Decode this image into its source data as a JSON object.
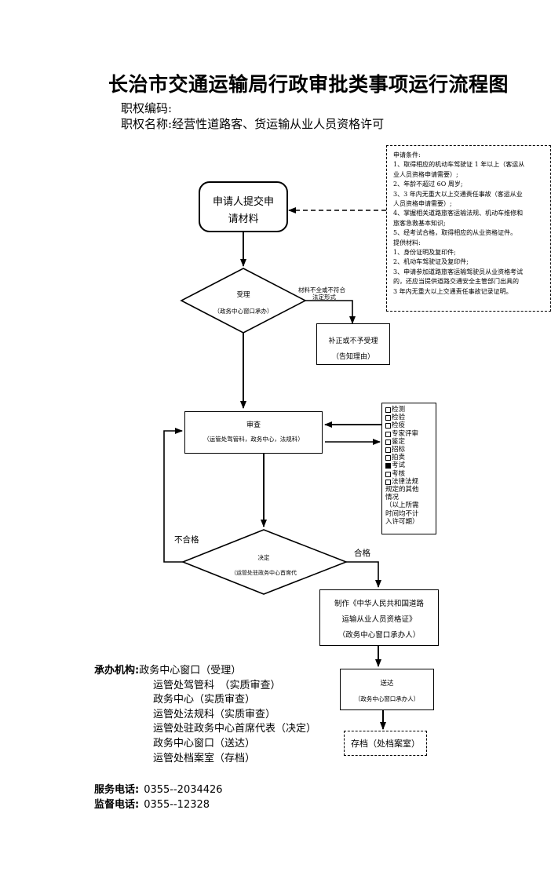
{
  "title": "长治市交通运输局行政审批类事项运行流程图",
  "power_code_label": "职权编码:",
  "power_name_label": "职权名称:",
  "power_name_value": "经营性道路客、货运输从业人员资格许可",
  "conditions": {
    "lines": [
      "申请条件:",
      "1、取得相应的机动车驾驶证 1 年以上（客运从",
      "业人员资格申请需要）;",
      "2、年龄不超过 6O 周岁;",
      "3、3 年内无重大以上交通责任事故（客运从业",
      "人员资格申请需要）;",
      "4、掌握相关道路旅客运输法规、机动车维修和",
      "旅客急救基本知识;",
      "5、经考试合格，取得相应的从业资格证件。",
      "提供材料:",
      "1、身份证明及复印件;",
      "2、机动车驾驶证及复印件;",
      "3、申请参加道路旅客运输驾驶员从业资格考试",
      "的，还应当提供道路交通安全主管部门出具的",
      "3 年内无重大以上交通责任事故记录证明。"
    ]
  },
  "flow": {
    "apply": "申请人提交申请材料",
    "apply_line1": "申请人提交申",
    "apply_line2": "请材料",
    "accept_title": "受理",
    "accept_sub": "（政务中心窗口承办）",
    "reject_note_line1": "材料不全或不符合",
    "reject_note_line2": "法定形式",
    "correct_title": "补正或不予受理",
    "correct_sub": "（告知理由）",
    "review_title": "审查",
    "review_sub": "（运管处驾管科，政务中心，法规科）",
    "fail_label": "不合格",
    "pass_label": "合格",
    "decide_title": "决定",
    "decide_sub": "（运管处驻政务中心首席代",
    "make_line1": "制作《中华人民共和国道路",
    "make_line2": "运输从业人员资格证》",
    "make_line3": "（政务中心窗口承办人）",
    "deliver_title": "送达",
    "deliver_sub": "（政务中心窗口承办人）",
    "archive": "存档（处档案室）"
  },
  "checklist": [
    {
      "label": "检测",
      "checked": false
    },
    {
      "label": "检验",
      "checked": false
    },
    {
      "label": "检疫",
      "checked": false
    },
    {
      "label": "专家评审",
      "checked": false
    },
    {
      "label": "鉴定",
      "checked": false
    },
    {
      "label": "招标",
      "checked": false
    },
    {
      "label": "拍卖",
      "checked": false
    },
    {
      "label": "考试",
      "checked": true
    },
    {
      "label": "考核",
      "checked": false
    }
  ],
  "checklist_other": [
    "法律法规",
    "规定的其他",
    "情况"
  ],
  "checklist_note": [
    "（以上所需",
    "时间均不计",
    "入许可期）"
  ],
  "agencies": {
    "label": "承办机构:",
    "items": [
      "政务中心窗口（受理）",
      "运管处驾管科　（实质审查）",
      "政务中心（实质审查）",
      "运管处法规科（实质审查）",
      "运管处驻政务中心首席代表（决定）",
      "政务中心窗口（送达）",
      "运管处档案室（存档）"
    ]
  },
  "service_phone_label": "服务电话:",
  "service_phone": "0355--2034426",
  "supervise_phone_label": "监督电话:",
  "supervise_phone": "0355--12328"
}
